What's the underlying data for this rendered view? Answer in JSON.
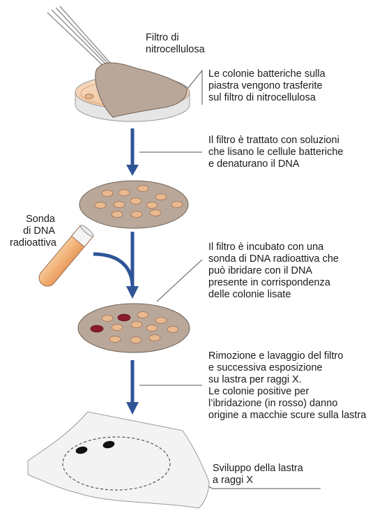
{
  "labels": {
    "filter": "Filtro di\nnitrocellulosa",
    "probe": "Sonda\ndi DNA\nradioattiva",
    "step1": "Le colonie batteriche sulla\npiastra vengono trasferite\nsul filtro di nitrocellulosa",
    "step2": "Il filtro è trattato con soluzioni\nche lisano le cellule batteriche\ne denaturano il DNA",
    "step3": "Il filtro è incubato con una\nsonda di DNA radioattiva che\npuò ibridare con il DNA\npresente in corrispondenza\ndelle colonie lisate",
    "step4": "Rimozione e lavaggio del filtro\ne successiva esposizione\nsu lastra per raggi X.\nLe colonie positive per\nl’ibridazione (in rosso) danno\norigine a macchie scure sulla lastra",
    "step5": "Sviluppo della lastra\na raggi X"
  },
  "colors": {
    "filter": "#b9a89a",
    "colony": "#e9b98f",
    "positive_colony": "#8a1c2c",
    "arrow": "#2f5597",
    "tube_liquid": "#f2b177",
    "dark_spot": "#111111"
  }
}
